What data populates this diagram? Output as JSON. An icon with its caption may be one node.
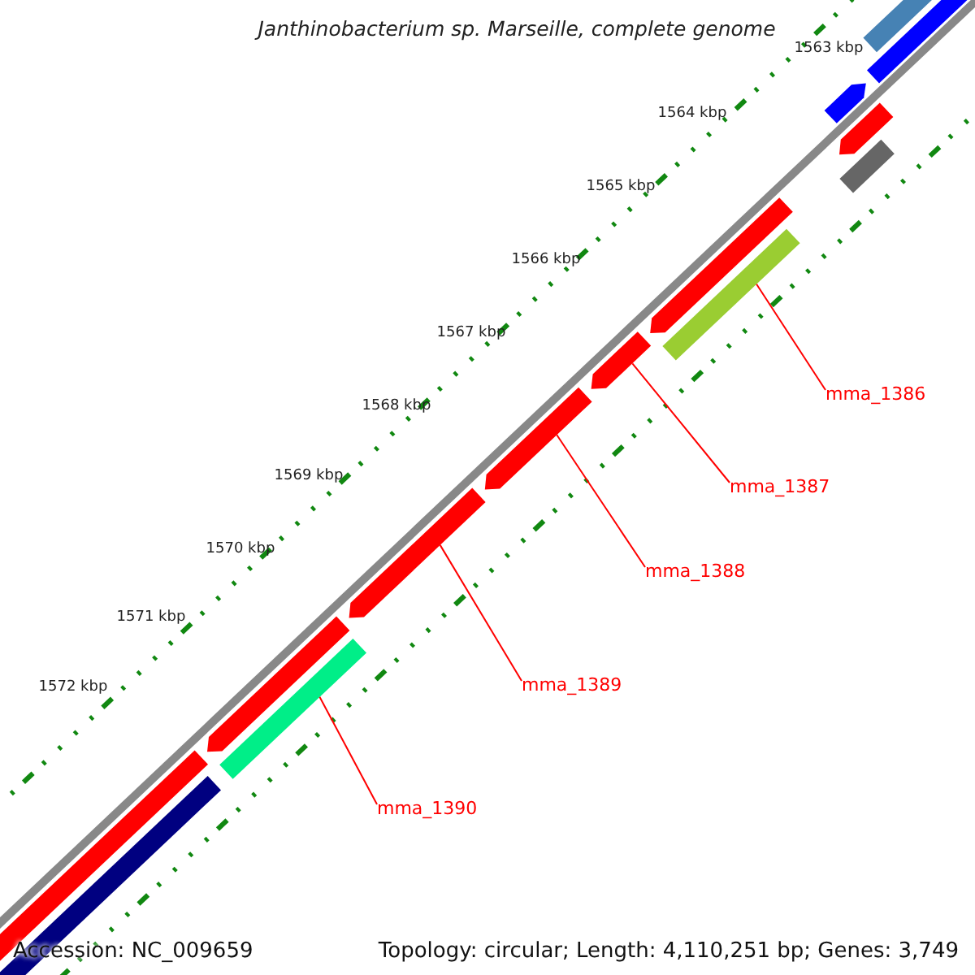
{
  "diagram": {
    "title": "Janthinobacterium sp. Marseille, complete genome",
    "nodes": [
      {
        "text": [
          "mma_1386"
        ]
      },
      {
        "text": [
          "mma_1387"
        ]
      },
      {
        "text": [
          "mma_1388"
        ]
      },
      {
        "text": [
          "mma_1389"
        ]
      },
      {
        "text": [
          "mma_1390"
        ]
      },
      {
        "text": [],
        "shape": "bar"
      },
      {
        "text": [],
        "shape": "arrow"
      },
      {
        "text": [],
        "shape": "bar"
      },
      {
        "text": [],
        "shape": "arrow"
      },
      {
        "text": [],
        "shape": "arrow"
      },
      {
        "text": [],
        "shape": "arrow"
      },
      {
        "text": [],
        "shape": "arrow"
      },
      {
        "text": [],
        "shape": "bar"
      },
      {
        "text": [],
        "shape": "arrow"
      },
      {
        "text": [],
        "shape": "bar"
      },
      {
        "text": [],
        "shape": "arrow"
      },
      {
        "text": [],
        "shape": "arrow"
      },
      {
        "text": [],
        "shape": "bar"
      },
      {
        "text": [],
        "shape": "bar"
      }
    ],
    "edges": [
      {
        "from": 0,
        "to": 12,
        "arrow": "none"
      },
      {
        "from": 1,
        "to": 11,
        "arrow": "none"
      },
      {
        "from": 2,
        "to": 10,
        "arrow": "none"
      },
      {
        "from": 3,
        "to": 9,
        "arrow": "none"
      },
      {
        "from": 4,
        "to": 7,
        "arrow": "none"
      }
    ],
    "labels": [
      "1563 kbp",
      "1564 kbp",
      "1565 kbp",
      "1566 kbp",
      "1567 kbp",
      "1568 kbp",
      "1569 kbp",
      "1570 kbp",
      "1571 kbp",
      "1572 kbp",
      "Accession: NC_009659",
      "Topology: circular; Length: 4,110,251 bp; Genes: 3,749"
    ]
  }
}
